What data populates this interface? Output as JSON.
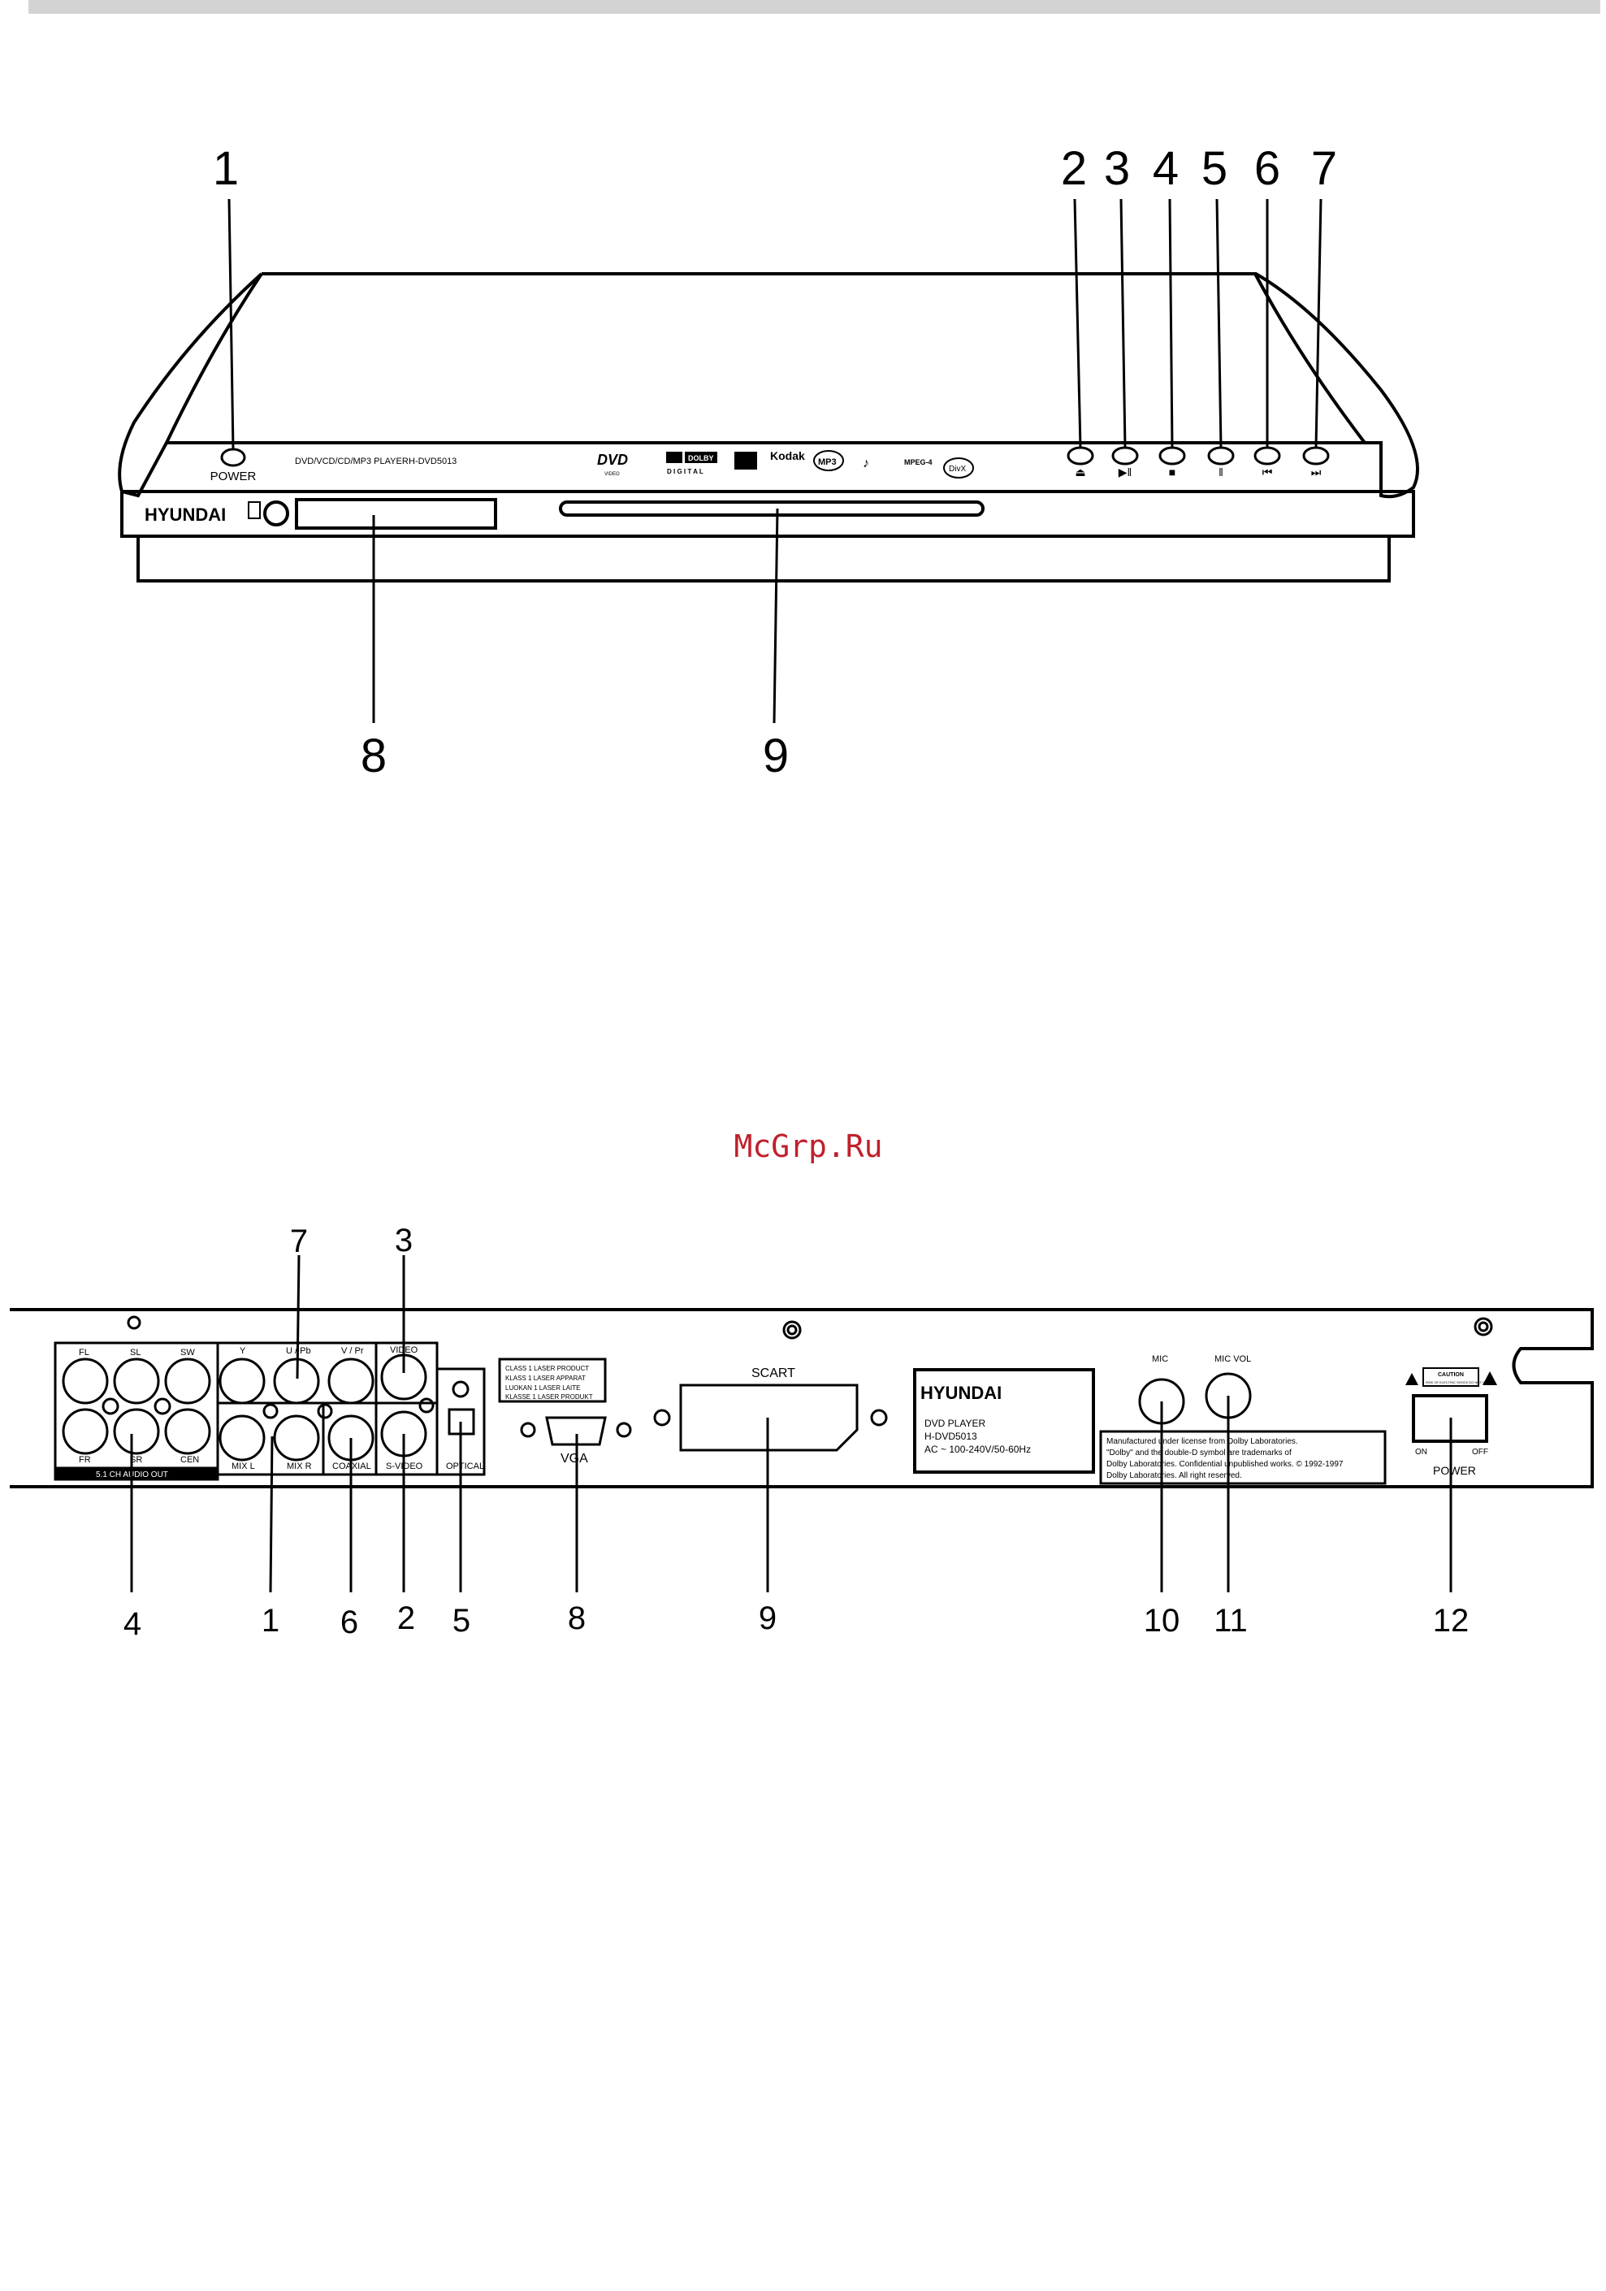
{
  "watermark": "McGrp.Ru",
  "front": {
    "callouts": [
      "1",
      "2",
      "3",
      "4",
      "5",
      "6",
      "7",
      "8",
      "9"
    ],
    "brand": "HYUNDAI",
    "power_label": "POWER",
    "model_line": "DVD/VCD/CD/MP3 PLAYER",
    "model_number": "H-DVD5013",
    "logos": {
      "dvd": "DVD",
      "dvd_sub": "VIDEO",
      "dolby_top": "DOLBY",
      "dolby_bottom": "D I G I T A L",
      "kodak": "Kodak",
      "mp3": "MP3",
      "mpeg4": "MPEG-4",
      "divx": "DivX"
    },
    "button_icons": [
      "eject-icon",
      "play-pause-icon",
      "stop-icon",
      "pause-icon",
      "previous-icon",
      "next-icon"
    ],
    "button_glyphs": [
      "⏏",
      "▶‖",
      "■",
      "‖",
      "⏮",
      "⏭"
    ]
  },
  "rear": {
    "callouts": [
      "1",
      "2",
      "3",
      "4",
      "5",
      "6",
      "7",
      "8",
      "9",
      "10",
      "11",
      "12"
    ],
    "audio": {
      "top_labels": [
        "FL",
        "SL",
        "SW"
      ],
      "bottom_labels": [
        "FR",
        "SR",
        "CEN"
      ],
      "group_label": "5.1 CH AUDIO OUT"
    },
    "component_labels": [
      "Y",
      "U / Pb",
      "V / Pr"
    ],
    "mix_labels": [
      "MIX L",
      "MIX R"
    ],
    "coaxial": "COAXIAL",
    "video": "VIDEO",
    "svideo": "S-VIDEO",
    "optical": "OPTICAL",
    "laser_lines": [
      "CLASS 1 LASER PRODUCT",
      "KLASS 1 LASER APPARAT",
      "LUOKAN 1 LASER LAITE",
      "KLASSE 1 LASER PRODUKT"
    ],
    "vga": "VGA",
    "scart": "SCART",
    "brand": "HYUNDAI",
    "model_lines": [
      "DVD PLAYER",
      "H-DVD5013",
      "AC ~ 100-240V/50-60Hz"
    ],
    "mic": "MIC",
    "mic_vol": "MIC VOL",
    "dolby_lines": [
      "Manufactured under license from Dolby Laboratories.",
      "\"Dolby\" and the double-D symbol are trademarks of",
      "Dolby Laboratories. Confidential unpublished works.  ©  1992-1997",
      "Dolby Laboratories. All right reserved."
    ],
    "caution": "CAUTION",
    "caution_sub": "RISK OF ELECTRIC SHOCK DO NOT OPEN",
    "switch_on": "ON",
    "switch_off": "OFF",
    "power": "POWER"
  }
}
